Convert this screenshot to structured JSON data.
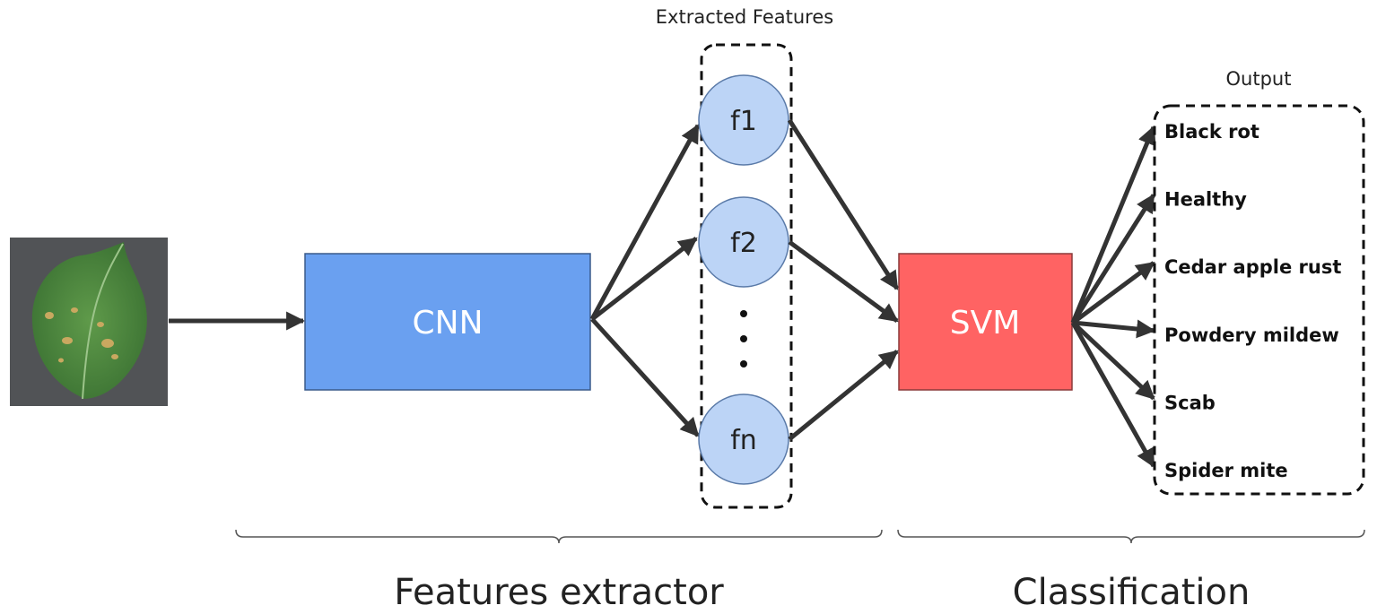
{
  "input": {
    "image_name": "diseased-apple-leaf-photo"
  },
  "extractor": {
    "label": "CNN",
    "color": "#6aa0f0"
  },
  "features": {
    "title": "Extracted Features",
    "items": [
      "f1",
      "f2",
      "fn"
    ],
    "color": "#bcd4f6"
  },
  "classifier": {
    "label": "SVM",
    "color": "#ff6363"
  },
  "output": {
    "title": "Output",
    "classes": [
      "Black rot",
      "Healthy",
      "Cedar apple rust",
      "Powdery mildew",
      "Scab",
      "Spider mite"
    ]
  },
  "groups": {
    "extractor_label": "Features extractor",
    "classification_label": "Classification"
  }
}
